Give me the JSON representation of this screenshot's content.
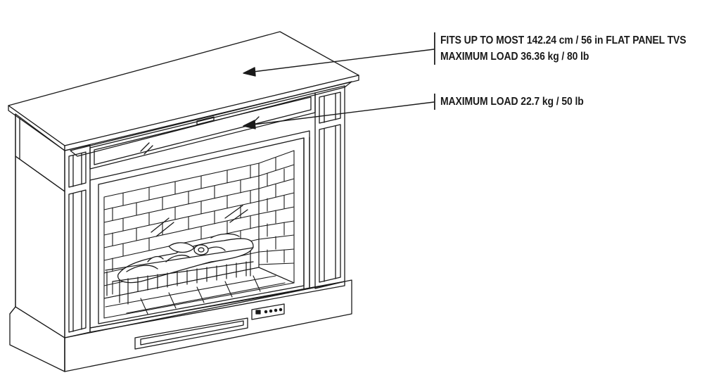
{
  "callouts": {
    "top": {
      "line1": "FITS UP TO MOST 142.24 cm / 56 in FLAT PANEL TVS",
      "line2": "MAXIMUM LOAD 36.36 kg / 80 lb"
    },
    "middle": {
      "line1": "MAXIMUM LOAD 22.7 kg / 50 lb"
    }
  },
  "colors": {
    "line": "#1a1a1a",
    "background": "#ffffff"
  }
}
